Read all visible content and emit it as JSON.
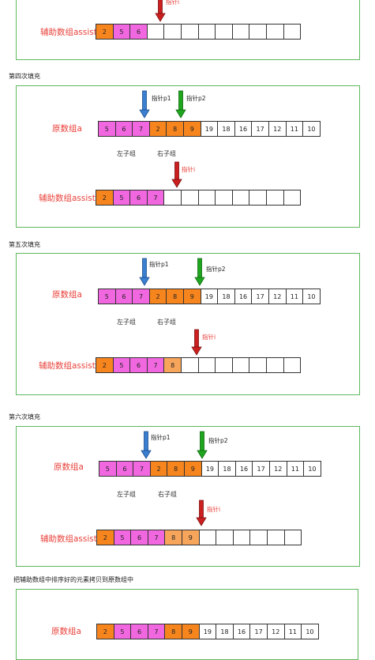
{
  "colors": {
    "pink": "#f067e0",
    "orange": "#f7851e",
    "light_orange": "#f8a55c",
    "blue_arrow": "#3a7fd0",
    "green_arrow": "#1fa61f",
    "red_arrow": "#cc1f1f",
    "label_red": "#e8413a",
    "panel_border": "#5cb85c"
  },
  "labels": {
    "a": "原数组a",
    "assist": "辅助数组assist",
    "p1": "指针p1",
    "p2": "指针p2",
    "i": "指针i",
    "left": "左子组",
    "right": "右子组"
  },
  "sections": [
    {
      "title": "",
      "assist": [
        "2",
        "5",
        "6",
        "",
        "",
        "",
        "",
        "",
        "",
        "",
        "",
        ""
      ]
    },
    {
      "title": "第四次填充",
      "a": [
        "5",
        "6",
        "7",
        "2",
        "8",
        "9",
        "19",
        "18",
        "16",
        "17",
        "12",
        "11",
        "10"
      ],
      "assist": [
        "2",
        "5",
        "6",
        "7",
        "",
        "",
        "",
        "",
        "",
        "",
        "",
        ""
      ]
    },
    {
      "title": "第五次填充",
      "a": [
        "5",
        "6",
        "7",
        "2",
        "8",
        "9",
        "19",
        "18",
        "16",
        "17",
        "12",
        "11",
        "10"
      ],
      "assist": [
        "2",
        "5",
        "6",
        "7",
        "8",
        "",
        "",
        "",
        "",
        "",
        "",
        ""
      ]
    },
    {
      "title": "第六次填充",
      "a": [
        "5",
        "6",
        "7",
        "2",
        "8",
        "9",
        "19",
        "18",
        "16",
        "17",
        "12",
        "11",
        "10"
      ],
      "assist": [
        "2",
        "5",
        "6",
        "7",
        "8",
        "9",
        "",
        "",
        "",
        "",
        "",
        ""
      ]
    },
    {
      "title": "把辅助数组中排序好的元素拷贝到原数组中",
      "a": [
        "2",
        "5",
        "6",
        "7",
        "8",
        "9",
        "19",
        "18",
        "16",
        "17",
        "12",
        "11",
        "10"
      ]
    }
  ]
}
